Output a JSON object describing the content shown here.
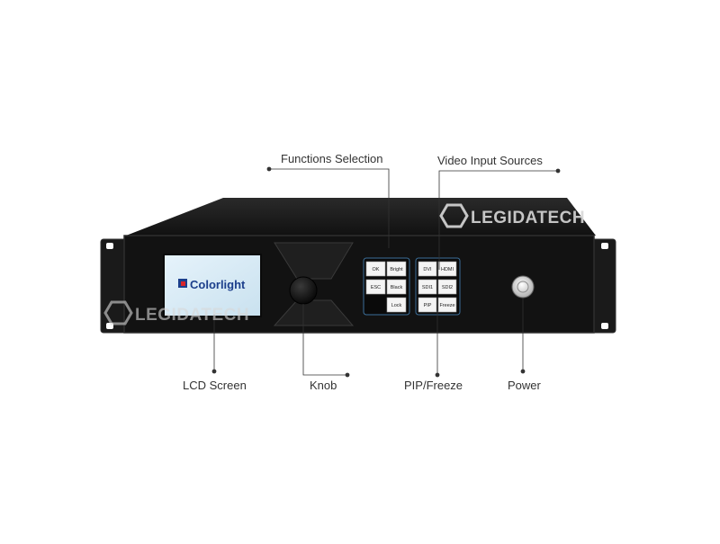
{
  "callouts": {
    "functions_selection": "Functions Selection",
    "video_input_sources": "Video Input Sources",
    "lcd_screen": "LCD Screen",
    "knob": "Knob",
    "pip_freeze": "PIP/Freeze",
    "power": "Power"
  },
  "lcd": {
    "brand": "Colorlight"
  },
  "function_buttons": {
    "ok": "OK",
    "bright": "Bright",
    "esc": "ESC",
    "black": "Black",
    "lock": "Lock"
  },
  "input_buttons": {
    "dvi": "DVI",
    "hdmi": "HDMI",
    "sdi1": "SDI1",
    "sdi2": "SDI2",
    "pip": "PIP",
    "freeze": "Freeze"
  },
  "watermark": {
    "text": "LEGIDATECH"
  },
  "colors": {
    "chassis": "#1b1b1b",
    "panel": "#0f0f0f",
    "lcd": "#d9ecf6",
    "brand": "#1c3f8c"
  }
}
